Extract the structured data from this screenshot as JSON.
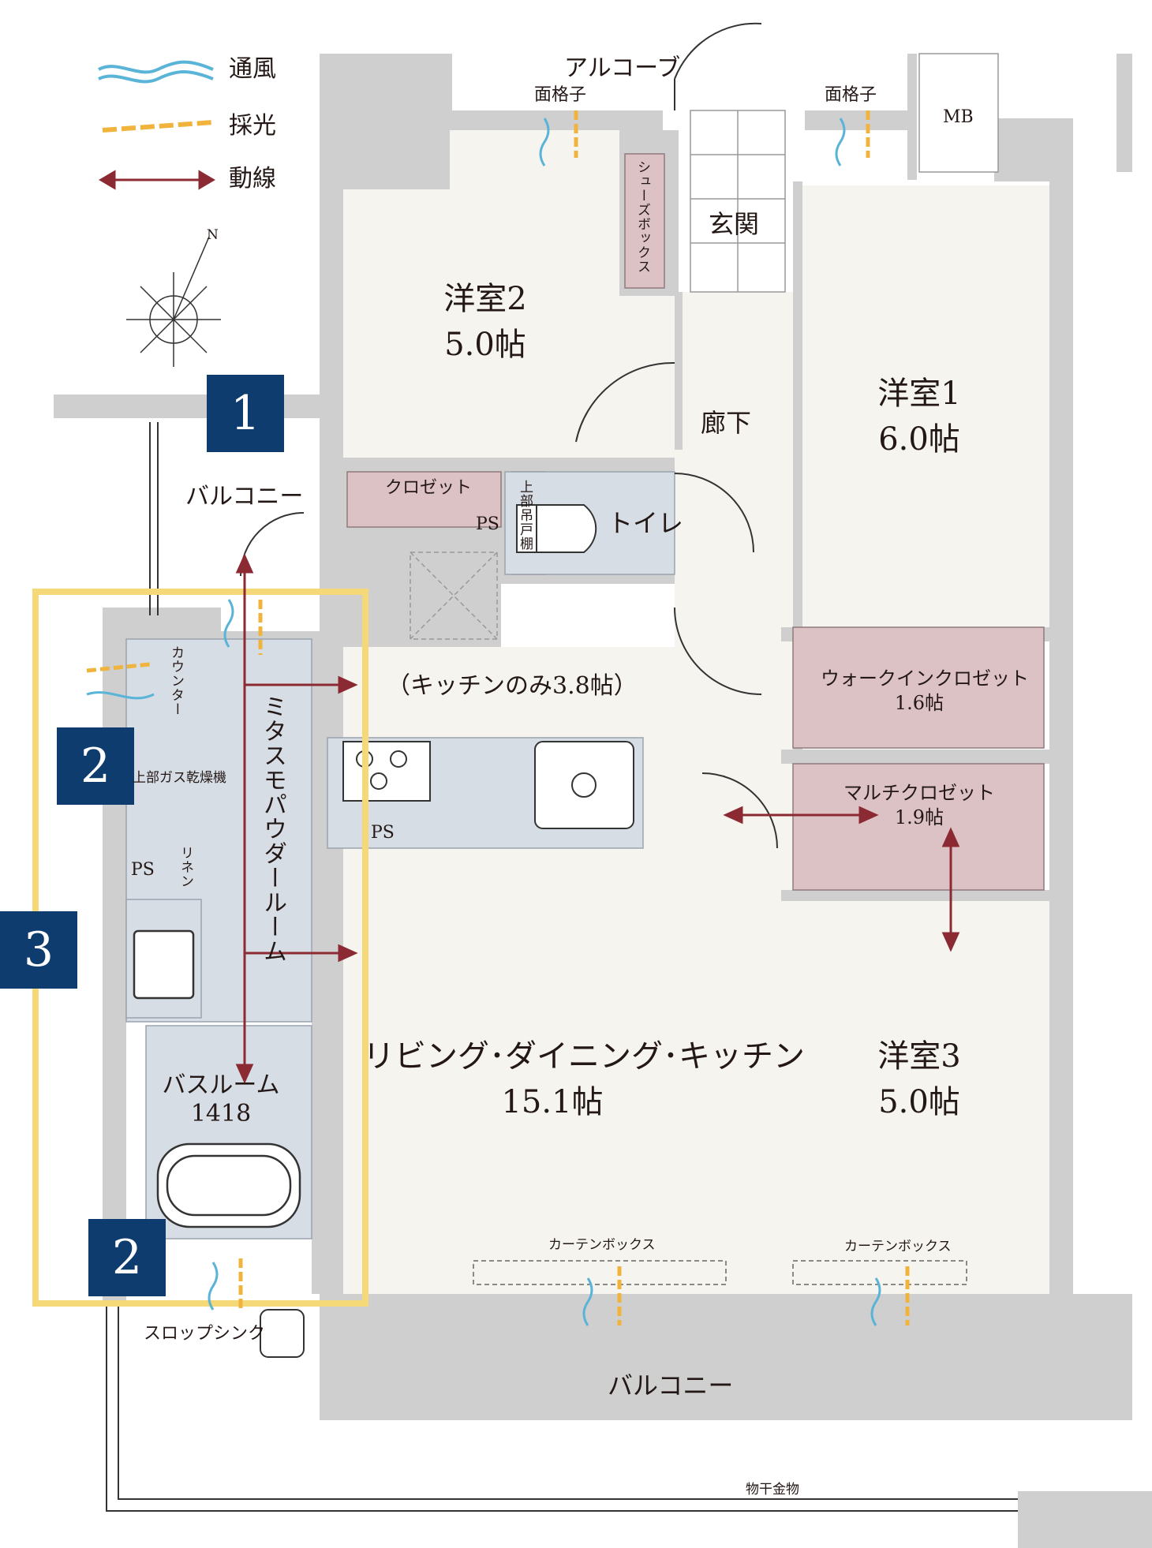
{
  "legend": {
    "wind": "通風",
    "light": "採光",
    "flow": "動線"
  },
  "compass": {
    "north": "N"
  },
  "badges": [
    "1",
    "2",
    "2",
    "3"
  ],
  "rooms": {
    "alcove": "アルコーブ",
    "grille_left": "面格子",
    "grille_right": "面格子",
    "mb": "MB",
    "shoe_box": "シューズボックス",
    "entrance": "玄関",
    "western2_name": "洋室2",
    "western2_size": "5.0帖",
    "western1_name": "洋室1",
    "western1_size": "6.0帖",
    "corridor": "廊下",
    "closet": "クロゼット",
    "ps_toilet": "PS",
    "upper_shelf": "上部吊戸棚",
    "toilet": "トイレ",
    "balcony_left": "バルコニー",
    "kitchen_only": "（キッチンのみ3.8帖）",
    "counter": "カウンター",
    "dryer": "上部ガス乾燥機",
    "powder_room": "ミタスモパウダールーム",
    "ps_left": "PS",
    "linen": "リネン",
    "ps_kitchen": "PS",
    "wic_name": "ウォークインクロゼット",
    "wic_size": "1.6帖",
    "multi_name": "マルチクロゼット",
    "multi_size": "1.9帖",
    "bath_name": "バスルーム",
    "bath_size": "1418",
    "ldk_name": "リビング･ダイニング･キッチン",
    "ldk_size": "15.1帖",
    "western3_name": "洋室3",
    "western3_size": "5.0帖",
    "curtain_left": "カーテンボックス",
    "curtain_right": "カーテンボックス",
    "slop_sink": "スロップシンク",
    "balcony_bottom": "バルコニー",
    "drying_hardware": "物干金物"
  },
  "colors": {
    "wall": "#cfcfcf",
    "floor": "#f6f4ef",
    "storage": "#dcc2c5",
    "wet": "#d7dde5",
    "flow": "#8c2a33",
    "wind": "#5ab4d8",
    "light": "#f0b43c",
    "highlight": "#f5d877",
    "badge": "#0e3c6e"
  }
}
